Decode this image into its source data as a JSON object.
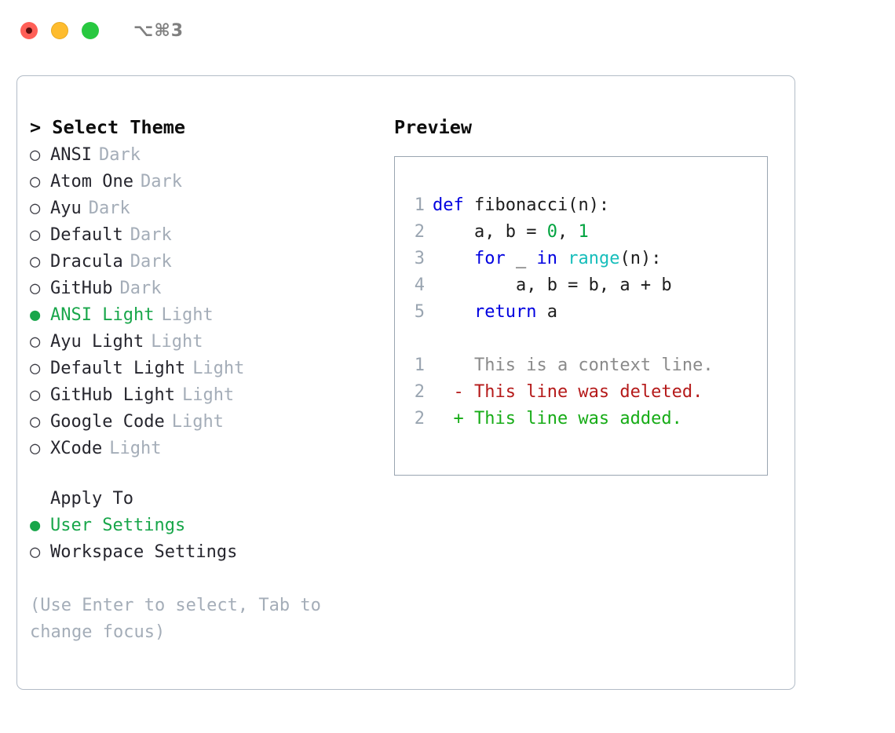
{
  "titlebar": {
    "shortcut": "⌥⌘3",
    "dots": [
      {
        "name": "close",
        "color": "#ff5f57"
      },
      {
        "name": "minimize",
        "color": "#febc2e"
      },
      {
        "name": "maximize",
        "color": "#28c840"
      }
    ]
  },
  "left": {
    "title": "> Select Theme",
    "prompt_marker": ">",
    "bullet_selected": "●",
    "bullet_unselected": "○",
    "themes": [
      {
        "name": "ANSI",
        "kind": "Dark",
        "selected": false
      },
      {
        "name": "Atom One",
        "kind": "Dark",
        "selected": false
      },
      {
        "name": "Ayu",
        "kind": "Dark",
        "selected": false
      },
      {
        "name": "Default",
        "kind": "Dark",
        "selected": false
      },
      {
        "name": "Dracula",
        "kind": "Dark",
        "selected": false
      },
      {
        "name": "GitHub",
        "kind": "Dark",
        "selected": false
      },
      {
        "name": "ANSI Light",
        "kind": "Light",
        "selected": true
      },
      {
        "name": "Ayu Light",
        "kind": "Light",
        "selected": false
      },
      {
        "name": "Default Light",
        "kind": "Light",
        "selected": false
      },
      {
        "name": "GitHub Light",
        "kind": "Light",
        "selected": false
      },
      {
        "name": "Google Code",
        "kind": "Light",
        "selected": false
      },
      {
        "name": "XCode",
        "kind": "Light",
        "selected": false
      }
    ],
    "apply_to": {
      "title": "Apply To",
      "options": [
        {
          "label": "User Settings",
          "selected": true
        },
        {
          "label": "Workspace Settings",
          "selected": false
        }
      ]
    },
    "hint": "(Use Enter to select, Tab to change focus)"
  },
  "right": {
    "title": "Preview",
    "code_lines": [
      {
        "no": "1",
        "tokens": [
          {
            "t": "def",
            "c": "kw"
          },
          {
            "t": " fibonacci(n):",
            "c": "pl"
          }
        ]
      },
      {
        "no": "2",
        "tokens": [
          {
            "t": "    a, b = ",
            "c": "pl"
          },
          {
            "t": "0",
            "c": "num"
          },
          {
            "t": ", ",
            "c": "pl"
          },
          {
            "t": "1",
            "c": "num"
          }
        ]
      },
      {
        "no": "3",
        "tokens": [
          {
            "t": "    ",
            "c": "pl"
          },
          {
            "t": "for",
            "c": "kw"
          },
          {
            "t": " _ ",
            "c": "pl"
          },
          {
            "t": "in",
            "c": "kw"
          },
          {
            "t": " ",
            "c": "pl"
          },
          {
            "t": "range",
            "c": "bi"
          },
          {
            "t": "(n):",
            "c": "pl"
          }
        ]
      },
      {
        "no": "4",
        "tokens": [
          {
            "t": "        a, b = b, a + b",
            "c": "pl"
          }
        ]
      },
      {
        "no": "5",
        "tokens": [
          {
            "t": "    ",
            "c": "pl"
          },
          {
            "t": "return",
            "c": "kw"
          },
          {
            "t": " a",
            "c": "pl"
          }
        ]
      }
    ],
    "diff_lines": [
      {
        "no": "1",
        "marker": "  ",
        "text": "This is a context line.",
        "kind": "ctx"
      },
      {
        "no": "2",
        "marker": "- ",
        "text": "This line was deleted.",
        "kind": "del"
      },
      {
        "no": "2",
        "marker": "+ ",
        "text": "This line was added.",
        "kind": "add"
      }
    ]
  },
  "colors": {
    "accent_green": "#18a64a",
    "muted": "#a4adb8",
    "border": "#9aa5b1",
    "keyword": "#0000e0",
    "number": "#00a33f",
    "builtin": "#17bebb",
    "diff_add": "#17ac17",
    "diff_del": "#b51a1a"
  }
}
